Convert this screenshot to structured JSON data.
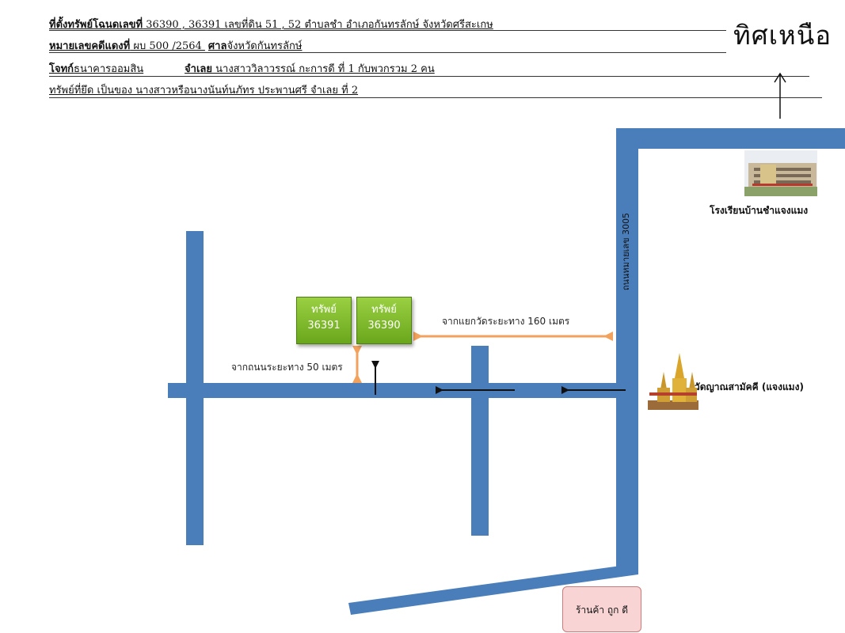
{
  "header": {
    "line1": {
      "label": "ที่ตั้งทรัพย์โฉนดเลขที่",
      "value": " 36390 , 36391  เลขที่ดิน  51 , 52  ตำบลชำ  อำเภอกันทรลักษ์  จังหวัดศรีสะเกษ"
    },
    "line2": {
      "label": "หมายเลขคดีแดงที่",
      "value": " ผบ 500 /2564 ",
      "label2": "ศาล",
      "value2": "จังหวัดกันทรลักษ์"
    },
    "line3": {
      "label": "โจทก์",
      "value": "  ธนาคารออมสิน",
      "label2": "จำเลย",
      "value2": "  นางสาววิลาวรรณ์ กะการดี  ที่ 1 กับพวกรวม 2 คน"
    },
    "line4": {
      "value": "ทรัพย์ที่ยึด เป็นของ นางสาวหรือนางนันท์นภัทร ประพานศรี  จำเลย ที่ 2"
    }
  },
  "north": {
    "label": "ทิศเหนือ"
  },
  "properties": [
    {
      "title": "ทรัพย์",
      "number": "36391"
    },
    {
      "title": "ทรัพย์",
      "number": "36390"
    }
  ],
  "annotations": {
    "distance_from_junction": "จากแยกวัดระยะทาง 160 เมตร",
    "distance_from_road": "จากถนนระยะทาง 50 เมตร",
    "road_name": "ถนนหมายเลข 3005"
  },
  "landmarks": {
    "school": "โรงเรียนบ้านชำแจงแมง",
    "temple": "วัดญาณสามัคคี (แจงแมง)",
    "shop": "ร้านค้า ถูก ดี"
  },
  "colors": {
    "road": "#4a7ebb",
    "property_green": "#7fba2f",
    "distance_arrow": "#f2a25c",
    "shop_fill": "#f8d4d4"
  }
}
